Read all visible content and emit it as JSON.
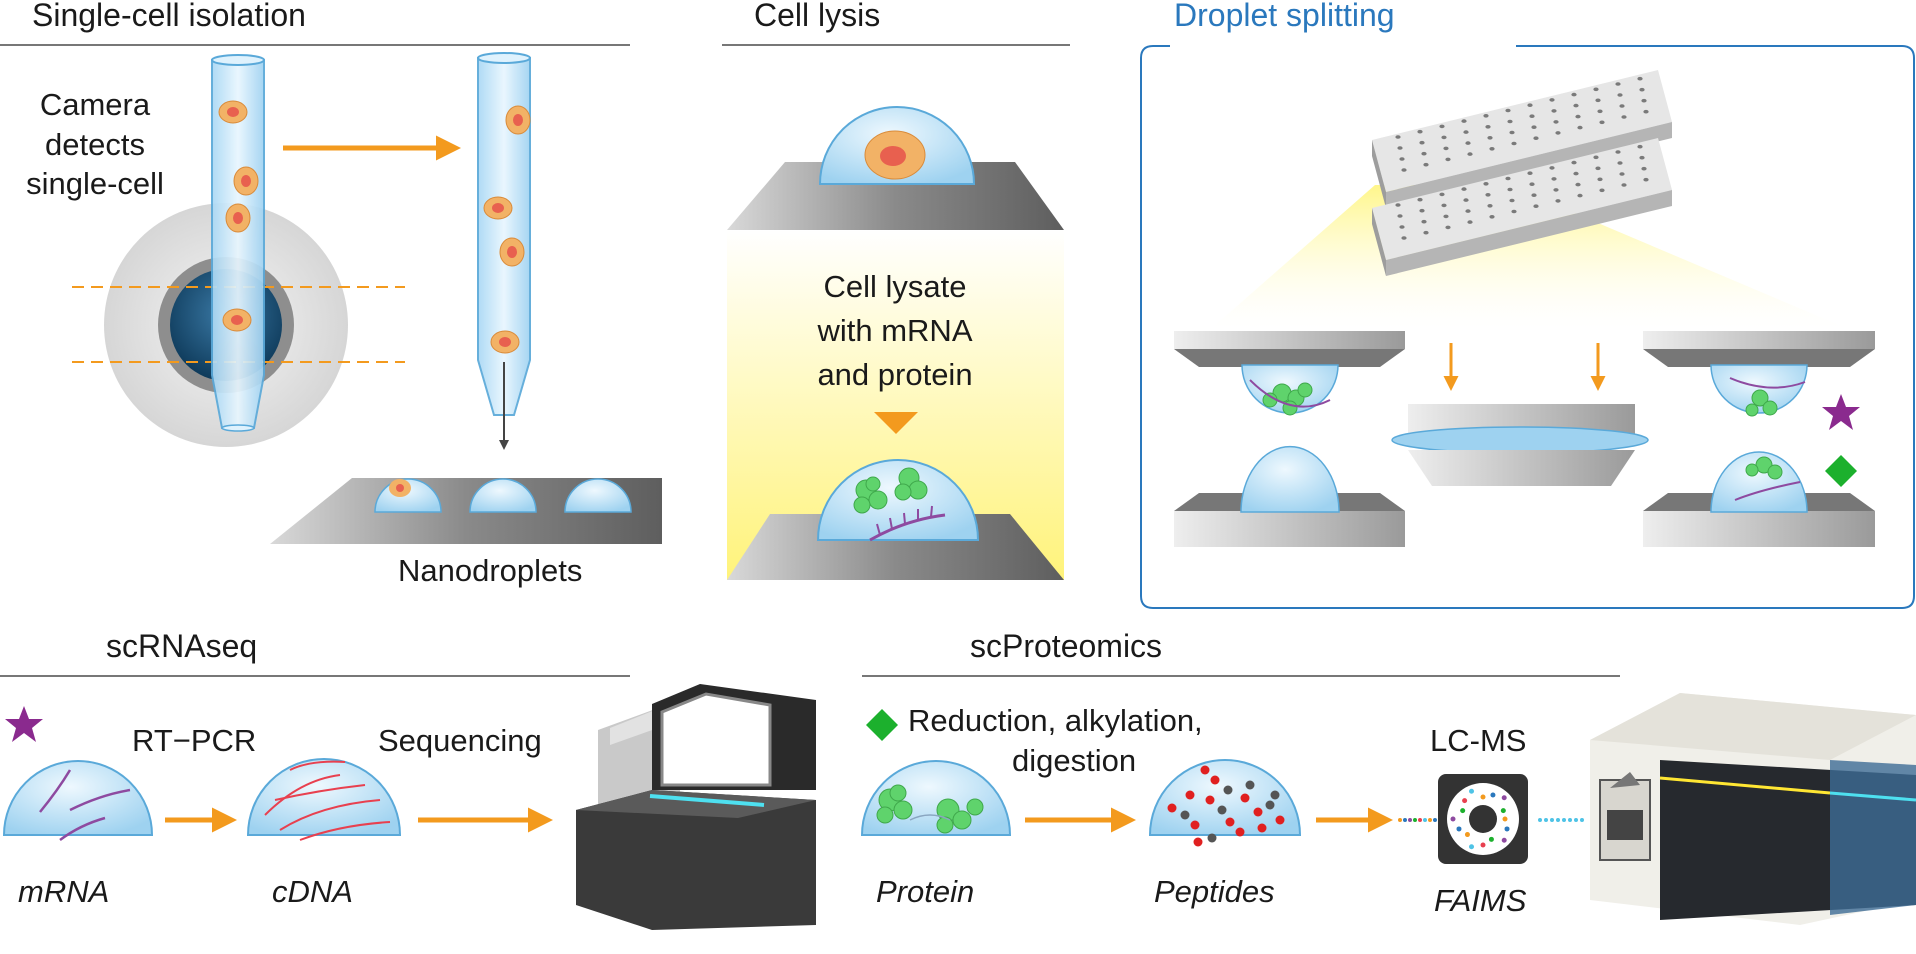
{
  "sections": {
    "isolation_title": "Single-cell isolation",
    "lysis_title": "Cell lysis",
    "splitting_title": "Droplet splitting",
    "rnaseq_title": "scRNAseq",
    "proteomics_title": "scProteomics"
  },
  "isolation": {
    "camera_line1": "Camera",
    "camera_line2": "detects",
    "camera_line3": "single-cell",
    "nanodroplets": "Nanodroplets"
  },
  "lysis": {
    "lysate_line1": "Cell lysate",
    "lysate_line2": "with mRNA",
    "lysate_line3": "and protein"
  },
  "rnaseq": {
    "rtpcr": "RT−PCR",
    "sequencing": "Sequencing",
    "mrna": "mRNA",
    "cdna": "cDNA"
  },
  "proteomics": {
    "reduction_line1": "Reduction, alkylation,",
    "reduction_line2": "digestion",
    "lcms": "LC-MS",
    "protein": "Protein",
    "peptides": "Peptides",
    "faims": "FAIMS"
  },
  "icons": {
    "mrna_marker": "star-icon",
    "protein_marker": "diamond-icon"
  },
  "colors": {
    "accent_orange": "#f39a1e",
    "title_blue": "#2a78bd",
    "droplet_blue": "#bfe3f7",
    "cell_orange": "#f2b266",
    "cell_nucleus": "#e8604f",
    "protein_green": "#5fd36c",
    "mrna_purple": "#8e4aa0",
    "cdna_red": "#e8404f",
    "star_purple": "#8a2a8e",
    "diamond_green": "#1cb02d",
    "light_yellow": "#fff9b0"
  }
}
